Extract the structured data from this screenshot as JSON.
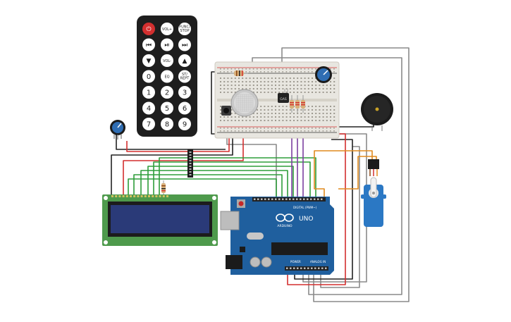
{
  "remote": {
    "buttons": [
      {
        "label": "⏻",
        "kind": "power"
      },
      {
        "label": "VOL+",
        "kind": "small"
      },
      {
        "label": "FUNC/ STOP",
        "kind": "small"
      },
      {
        "label": "⏮",
        "kind": "icon"
      },
      {
        "label": "⏯",
        "kind": "icon"
      },
      {
        "label": "⏭",
        "kind": "icon"
      },
      {
        "label": "▼",
        "kind": "icon"
      },
      {
        "label": "VOL-",
        "kind": "small"
      },
      {
        "label": "▲",
        "kind": "icon"
      },
      {
        "label": "0",
        "kind": "num"
      },
      {
        "label": "EQ",
        "kind": "small"
      },
      {
        "label": "ST/ REPT",
        "kind": "small"
      },
      {
        "label": "1",
        "kind": "num"
      },
      {
        "label": "2",
        "kind": "num"
      },
      {
        "label": "3",
        "kind": "num"
      },
      {
        "label": "4",
        "kind": "num"
      },
      {
        "label": "5",
        "kind": "num"
      },
      {
        "label": "6",
        "kind": "num"
      },
      {
        "label": "7",
        "kind": "num"
      },
      {
        "label": "8",
        "kind": "num"
      },
      {
        "label": "9",
        "kind": "num"
      }
    ]
  },
  "arduino": {
    "model": "UNO",
    "brand": "ARDUINO",
    "digital_label": "DIGITAL (PWM~)",
    "power_label": "POWER",
    "analog_label": "ANALOG IN"
  },
  "gas_sensor": {
    "label": "GAS"
  },
  "colors": {
    "wire_red": "#d32f2f",
    "wire_black": "#222222",
    "wire_green": "#2e9d3a",
    "wire_purple": "#7b3fa0",
    "wire_gray": "#8a8a8a",
    "wire_orange": "#e08a1e",
    "board_blue": "#1f5f9e",
    "lcd_green": "#4e9a4c",
    "servo_blue": "#2b78c4"
  }
}
